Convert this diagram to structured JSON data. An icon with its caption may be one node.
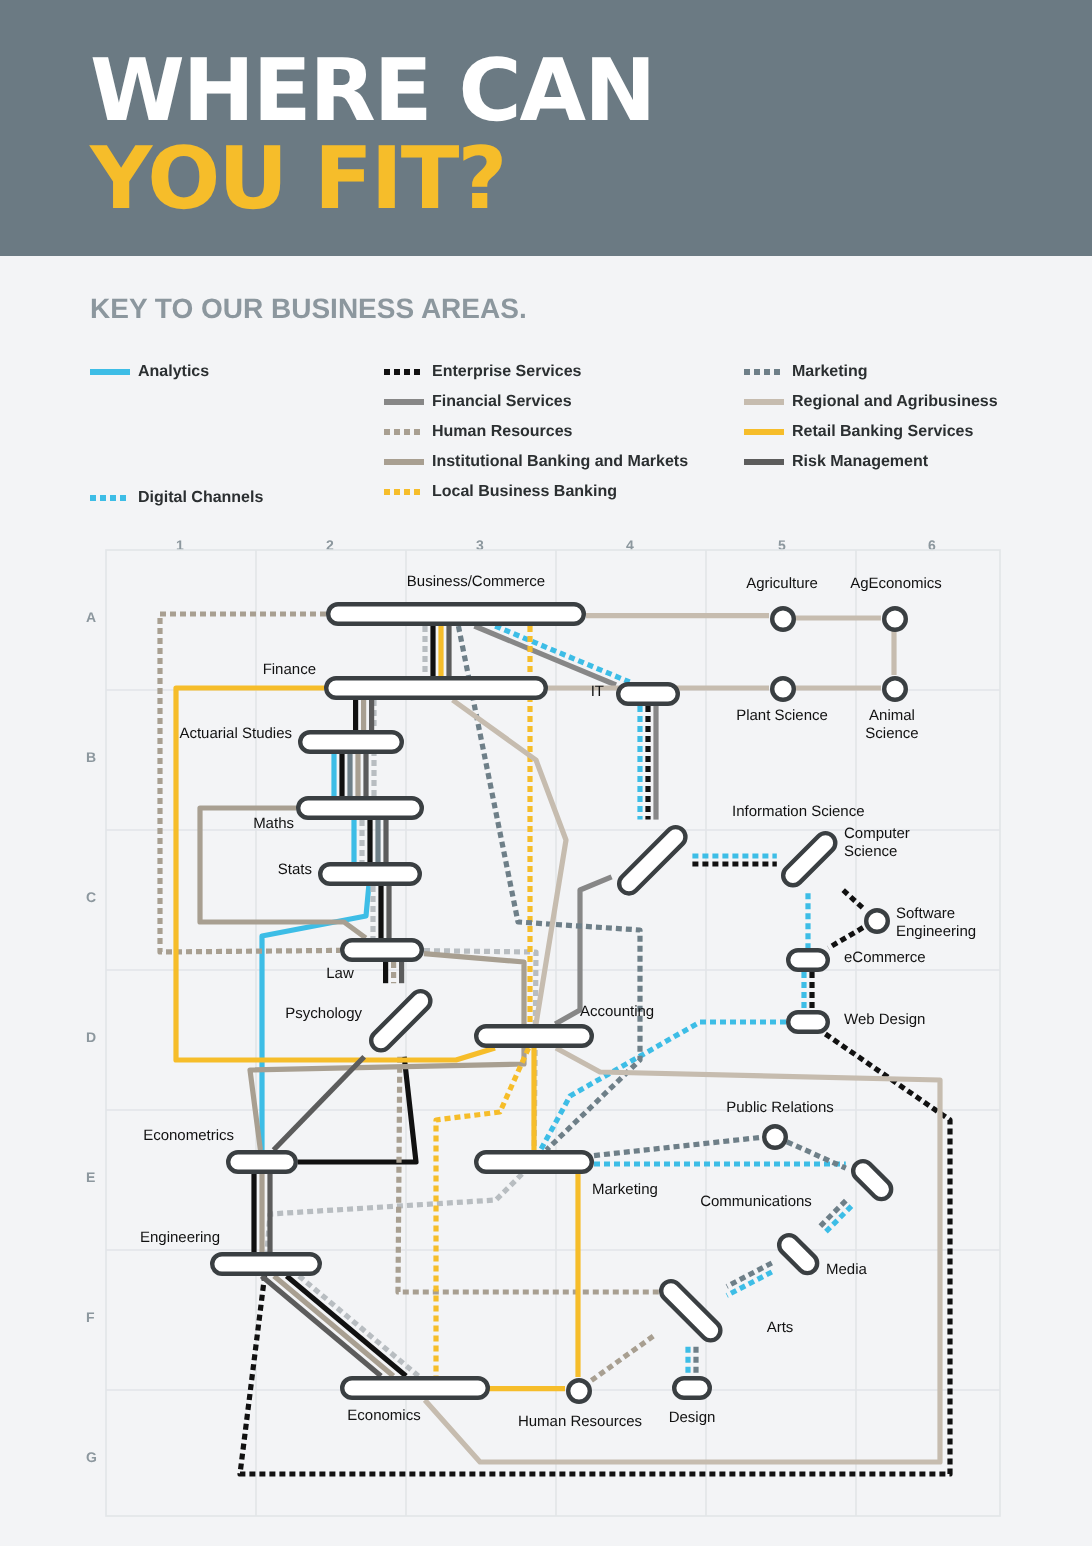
{
  "diagram": {
    "title": "WHERE CAN YOU FIT?",
    "nodes": [
      {
        "text": [
          "Business/Commerce"
        ]
      },
      {
        "text": [
          "Agriculture"
        ]
      },
      {
        "text": [
          "AgEconomics"
        ]
      },
      {
        "text": [
          "Finance"
        ]
      },
      {
        "text": [
          "Plant Science"
        ]
      },
      {
        "text": [
          "Animal Science"
        ]
      },
      {
        "text": [
          "Actuarial Studies"
        ]
      },
      {
        "text": [
          "IT"
        ]
      },
      {
        "text": [
          "Maths"
        ]
      },
      {
        "text": [
          "Information Science"
        ]
      },
      {
        "text": [
          "Computer Science"
        ]
      },
      {
        "text": [
          "Stats"
        ]
      },
      {
        "text": [
          "Software Engineering"
        ]
      },
      {
        "text": [
          "Law"
        ]
      },
      {
        "text": [
          "eCommerce"
        ]
      },
      {
        "text": [
          "Psychology"
        ]
      },
      {
        "text": [
          "Accounting"
        ]
      },
      {
        "text": [
          "Web Design"
        ]
      },
      {
        "text": [
          "Econometrics"
        ]
      },
      {
        "text": [
          "Public Relations"
        ]
      },
      {
        "text": [
          "Marketing"
        ]
      },
      {
        "text": [
          "Communications"
        ]
      },
      {
        "text": [
          "Engineering"
        ]
      },
      {
        "text": [
          "Media"
        ]
      },
      {
        "text": [
          "Arts"
        ]
      },
      {
        "text": [
          "Economics"
        ]
      },
      {
        "text": [
          "Human Resources"
        ]
      },
      {
        "text": [
          "Design"
        ]
      }
    ],
    "edges": [
      {
        "from": 6,
        "to": 8,
        "arrow": "none",
        "color": "#3dbde6"
      },
      {
        "from": 8,
        "to": 11,
        "arrow": "none",
        "color": "#3dbde6"
      },
      {
        "from": 11,
        "to": 18,
        "arrow": "none",
        "color": "#3dbde6"
      },
      {
        "from": 0,
        "to": 3,
        "arrow": "none",
        "style": "dashed",
        "color": "#b8bdc1"
      },
      {
        "from": 3,
        "to": 8,
        "arrow": "none",
        "style": "dashed",
        "color": "#b8bdc1"
      },
      {
        "from": 8,
        "to": 11,
        "arrow": "none",
        "style": "dashed",
        "color": "#b8bdc1"
      },
      {
        "from": 11,
        "to": 13,
        "arrow": "none",
        "style": "dashed",
        "color": "#b8bdc1"
      },
      {
        "from": 13,
        "to": 20,
        "arrow": "none",
        "style": "dashed",
        "color": "#b8bdc1"
      },
      {
        "from": 20,
        "to": 22,
        "arrow": "none",
        "style": "dashed",
        "color": "#b8bdc1"
      },
      {
        "from": 22,
        "to": 25,
        "arrow": "none",
        "style": "dashed",
        "color": "#b8bdc1"
      },
      {
        "from": 0,
        "to": 3,
        "arrow": "none",
        "color": "#111111"
      },
      {
        "from": 3,
        "to": 6,
        "arrow": "none",
        "color": "#111111"
      },
      {
        "from": 6,
        "to": 8,
        "arrow": "none",
        "color": "#111111"
      },
      {
        "from": 8,
        "to": 11,
        "arrow": "none",
        "color": "#111111"
      },
      {
        "from": 11,
        "to": 13,
        "arrow": "none",
        "color": "#111111"
      },
      {
        "from": 13,
        "to": 15,
        "arrow": "none",
        "color": "#111111"
      },
      {
        "from": 15,
        "to": 18,
        "arrow": "none",
        "color": "#111111"
      },
      {
        "from": 18,
        "to": 22,
        "arrow": "none",
        "color": "#111111"
      },
      {
        "from": 22,
        "to": 25,
        "arrow": "none",
        "color": "#111111"
      },
      {
        "from": 6,
        "to": 8,
        "arrow": "none",
        "color": "#6e7f88"
      },
      {
        "from": 8,
        "to": 11,
        "arrow": "none",
        "color": "#6e7f88"
      },
      {
        "from": 0,
        "to": 7,
        "arrow": "none",
        "style": "dashed",
        "color": "#3dbde6"
      },
      {
        "from": 7,
        "to": 9,
        "arrow": "none",
        "style": "dashed",
        "color": "#3dbde6"
      },
      {
        "from": 9,
        "to": 10,
        "arrow": "none",
        "style": "dashed",
        "color": "#3dbde6"
      },
      {
        "from": 10,
        "to": 14,
        "arrow": "none",
        "style": "dashed",
        "color": "#3dbde6"
      },
      {
        "from": 14,
        "to": 17,
        "arrow": "none",
        "style": "dashed",
        "color": "#3dbde6"
      },
      {
        "from": 17,
        "to": 20,
        "arrow": "none",
        "style": "dashed",
        "color": "#3dbde6"
      },
      {
        "from": 20,
        "to": 21,
        "arrow": "none",
        "style": "dashed",
        "color": "#3dbde6"
      },
      {
        "from": 21,
        "to": 23,
        "arrow": "none",
        "style": "dashed",
        "color": "#3dbde6"
      },
      {
        "from": 23,
        "to": 24,
        "arrow": "none",
        "style": "dashed",
        "color": "#3dbde6"
      },
      {
        "from": 24,
        "to": 27,
        "arrow": "none",
        "style": "dashed",
        "color": "#3dbde6"
      },
      {
        "from": 7,
        "to": 9,
        "arrow": "none",
        "style": "dashed",
        "color": "#111111"
      },
      {
        "from": 9,
        "to": 10,
        "arrow": "none",
        "style": "dashed",
        "color": "#111111"
      },
      {
        "from": 10,
        "to": 12,
        "arrow": "none",
        "style": "dashed",
        "color": "#111111"
      },
      {
        "from": 12,
        "to": 14,
        "arrow": "none",
        "style": "dashed",
        "color": "#111111"
      },
      {
        "from": 14,
        "to": 17,
        "arrow": "none",
        "style": "dashed",
        "color": "#111111"
      },
      {
        "from": 17,
        "to": 22,
        "arrow": "none",
        "style": "dashed",
        "color": "#111111"
      },
      {
        "from": 0,
        "to": 7,
        "arrow": "none",
        "color": "#878787"
      },
      {
        "from": 7,
        "to": 9,
        "arrow": "none",
        "color": "#878787"
      },
      {
        "from": 9,
        "to": 16,
        "arrow": "none",
        "color": "#878787"
      },
      {
        "from": 0,
        "to": 13,
        "arrow": "none",
        "style": "dashed",
        "color": "#a89f91"
      },
      {
        "from": 13,
        "to": 15,
        "arrow": "none",
        "style": "dashed",
        "color": "#a89f91"
      },
      {
        "from": 15,
        "to": 24,
        "arrow": "none",
        "style": "dashed",
        "color": "#a89f91"
      },
      {
        "from": 24,
        "to": 26,
        "arrow": "none",
        "style": "dashed",
        "color": "#a89f91"
      },
      {
        "from": 3,
        "to": 6,
        "arrow": "none",
        "color": "#a89f91"
      },
      {
        "from": 6,
        "to": 8,
        "arrow": "none",
        "color": "#a89f91"
      },
      {
        "from": 8,
        "to": 13,
        "arrow": "none",
        "color": "#a89f91"
      },
      {
        "from": 13,
        "to": 18,
        "arrow": "none",
        "color": "#a89f91"
      },
      {
        "from": 18,
        "to": 22,
        "arrow": "none",
        "color": "#a89f91"
      },
      {
        "from": 22,
        "to": 25,
        "arrow": "none",
        "color": "#a89f91"
      },
      {
        "from": 0,
        "to": 16,
        "arrow": "none",
        "style": "dashed",
        "color": "#f6bd2a"
      },
      {
        "from": 16,
        "to": 25,
        "arrow": "none",
        "style": "dashed",
        "color": "#f6bd2a"
      },
      {
        "from": 0,
        "to": 20,
        "arrow": "none",
        "style": "dashed",
        "color": "#6e7f88"
      },
      {
        "from": 20,
        "to": 19,
        "arrow": "none",
        "style": "dashed",
        "color": "#6e7f88"
      },
      {
        "from": 19,
        "to": 21,
        "arrow": "none",
        "style": "dashed",
        "color": "#6e7f88"
      },
      {
        "from": 21,
        "to": 23,
        "arrow": "none",
        "style": "dashed",
        "color": "#6e7f88"
      },
      {
        "from": 23,
        "to": 24,
        "arrow": "none",
        "style": "dashed",
        "color": "#6e7f88"
      },
      {
        "from": 24,
        "to": 27,
        "arrow": "none",
        "style": "dashed",
        "color": "#6e7f88"
      },
      {
        "from": 0,
        "to": 1,
        "arrow": "none",
        "color": "#c6bcaf"
      },
      {
        "from": 1,
        "to": 2,
        "arrow": "none",
        "color": "#c6bcaf"
      },
      {
        "from": 2,
        "to": 5,
        "arrow": "none",
        "color": "#c6bcaf"
      },
      {
        "from": 5,
        "to": 4,
        "arrow": "none",
        "color": "#c6bcaf"
      },
      {
        "from": 4,
        "to": 3,
        "arrow": "none",
        "color": "#c6bcaf"
      },
      {
        "from": 3,
        "to": 16,
        "arrow": "none",
        "color": "#c6bcaf"
      },
      {
        "from": 16,
        "to": 25,
        "arrow": "none",
        "color": "#c6bcaf"
      },
      {
        "from": 0,
        "to": 3,
        "arrow": "none",
        "color": "#f6bd2a"
      },
      {
        "from": 3,
        "to": 16,
        "arrow": "none",
        "color": "#f6bd2a"
      },
      {
        "from": 16,
        "to": 20,
        "arrow": "none",
        "color": "#f6bd2a"
      },
      {
        "from": 20,
        "to": 26,
        "arrow": "none",
        "color": "#f6bd2a"
      },
      {
        "from": 26,
        "to": 25,
        "arrow": "none",
        "color": "#f6bd2a"
      },
      {
        "from": 0,
        "to": 3,
        "arrow": "none",
        "color": "#5c5c5c"
      },
      {
        "from": 3,
        "to": 6,
        "arrow": "none",
        "color": "#5c5c5c"
      },
      {
        "from": 6,
        "to": 8,
        "arrow": "none",
        "color": "#5c5c5c"
      },
      {
        "from": 8,
        "to": 11,
        "arrow": "none",
        "color": "#5c5c5c"
      },
      {
        "from": 11,
        "to": 13,
        "arrow": "none",
        "color": "#5c5c5c"
      },
      {
        "from": 13,
        "to": 15,
        "arrow": "none",
        "color": "#5c5c5c"
      },
      {
        "from": 15,
        "to": 18,
        "arrow": "none",
        "color": "#5c5c5c"
      },
      {
        "from": 18,
        "to": 22,
        "arrow": "none",
        "color": "#5c5c5c"
      },
      {
        "from": 22,
        "to": 25,
        "arrow": "none",
        "color": "#5c5c5c"
      }
    ],
    "labels": [
      "KEY TO OUR BUSINESS AREAS.",
      "1",
      "2",
      "3",
      "4",
      "5",
      "6",
      "A",
      "B",
      "C",
      "D",
      "E",
      "F",
      "G"
    ],
    "legend": [
      {
        "text": "Analytics"
      },
      {
        "text": "Digital Channels"
      },
      {
        "text": "Enterprise Services"
      },
      {
        "text": "Financial Services"
      },
      {
        "text": "Human Resources"
      },
      {
        "text": "Institutional Banking and Markets"
      },
      {
        "text": "Local Business Banking"
      },
      {
        "text": "Marketing"
      },
      {
        "text": "Regional and Agribusiness"
      },
      {
        "text": "Retail Banking Services"
      },
      {
        "text": "Risk Management"
      }
    ]
  }
}
